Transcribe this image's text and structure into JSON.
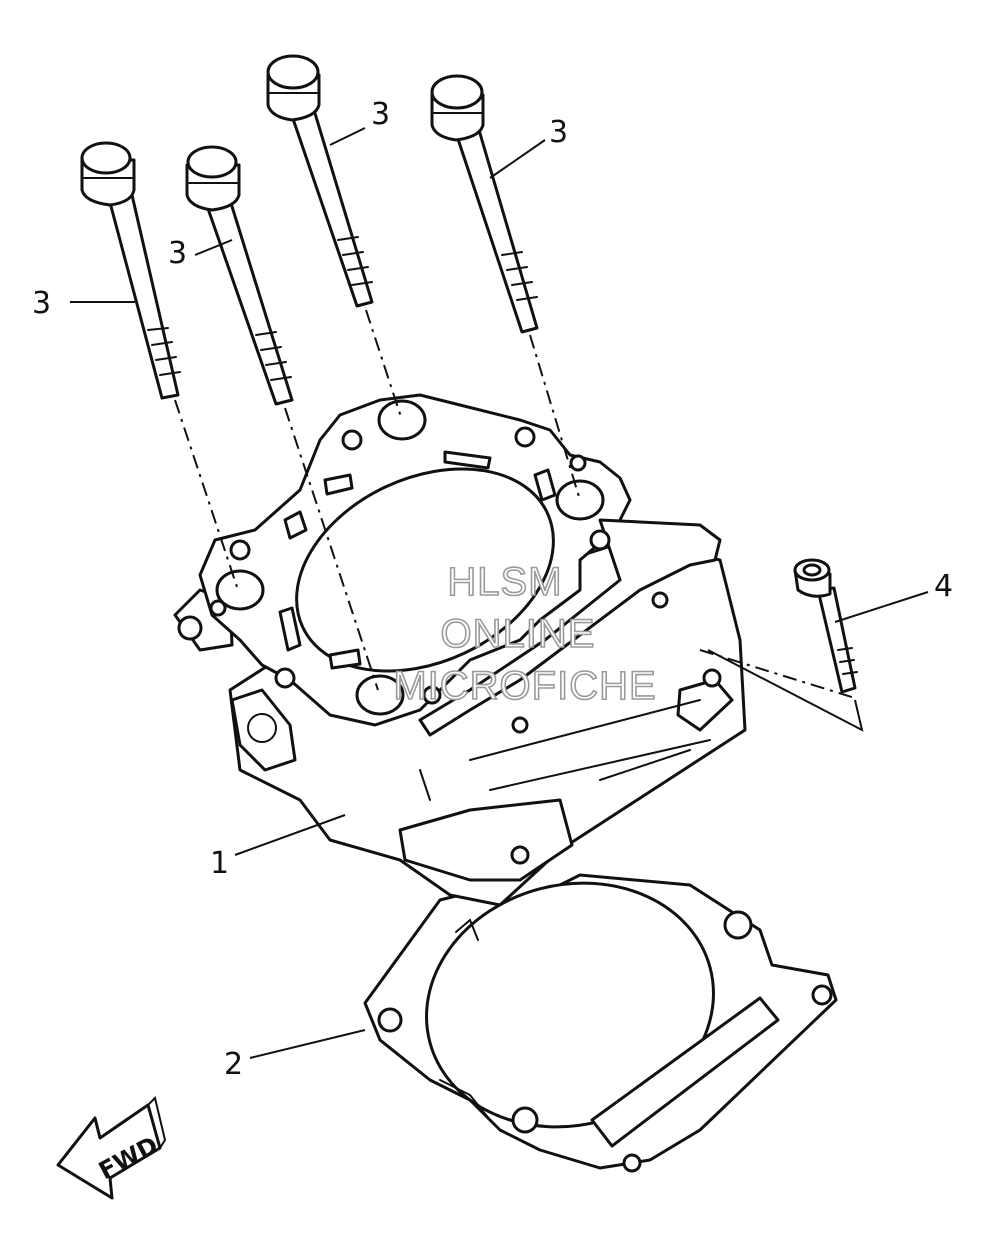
{
  "callouts": {
    "cylinder": "1",
    "gasket": "2",
    "stud_bolt_1": "3",
    "stud_bolt_2": "3",
    "stud_bolt_3": "3",
    "stud_bolt_4": "3",
    "small_bolt": "4"
  },
  "forward_indicator": "FWD",
  "watermark": {
    "line1": "HLSM",
    "line2": "ONLINE",
    "line3": "MICROFICHE"
  }
}
